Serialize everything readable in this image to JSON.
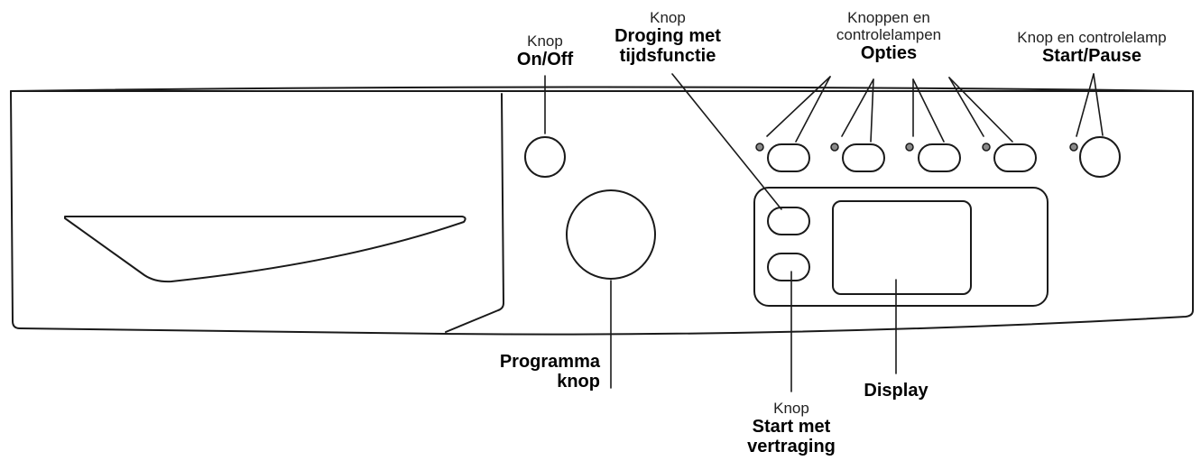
{
  "colors": {
    "stroke": "#1a1a1a",
    "indicator_fill": "#8a8a8a",
    "panel_fill": "#ffffff"
  },
  "labels": {
    "on_off": {
      "sub": "Knop",
      "main": "On/Off"
    },
    "droging": {
      "sub": "Knop",
      "main_1": "Droging met",
      "main_2": "tijdsfunctie"
    },
    "opties": {
      "sub_1": "Knoppen en",
      "sub_2": "controlelampen",
      "main": "Opties"
    },
    "start_pause": {
      "sub": "Knop en controlelamp",
      "main": "Start/Pause"
    },
    "programma": {
      "main_1": "Programma",
      "main_2": "knop"
    },
    "start_vertraging": {
      "sub": "Knop",
      "main_1": "Start met",
      "main_2": "vertraging"
    },
    "display": {
      "main": "Display"
    }
  }
}
